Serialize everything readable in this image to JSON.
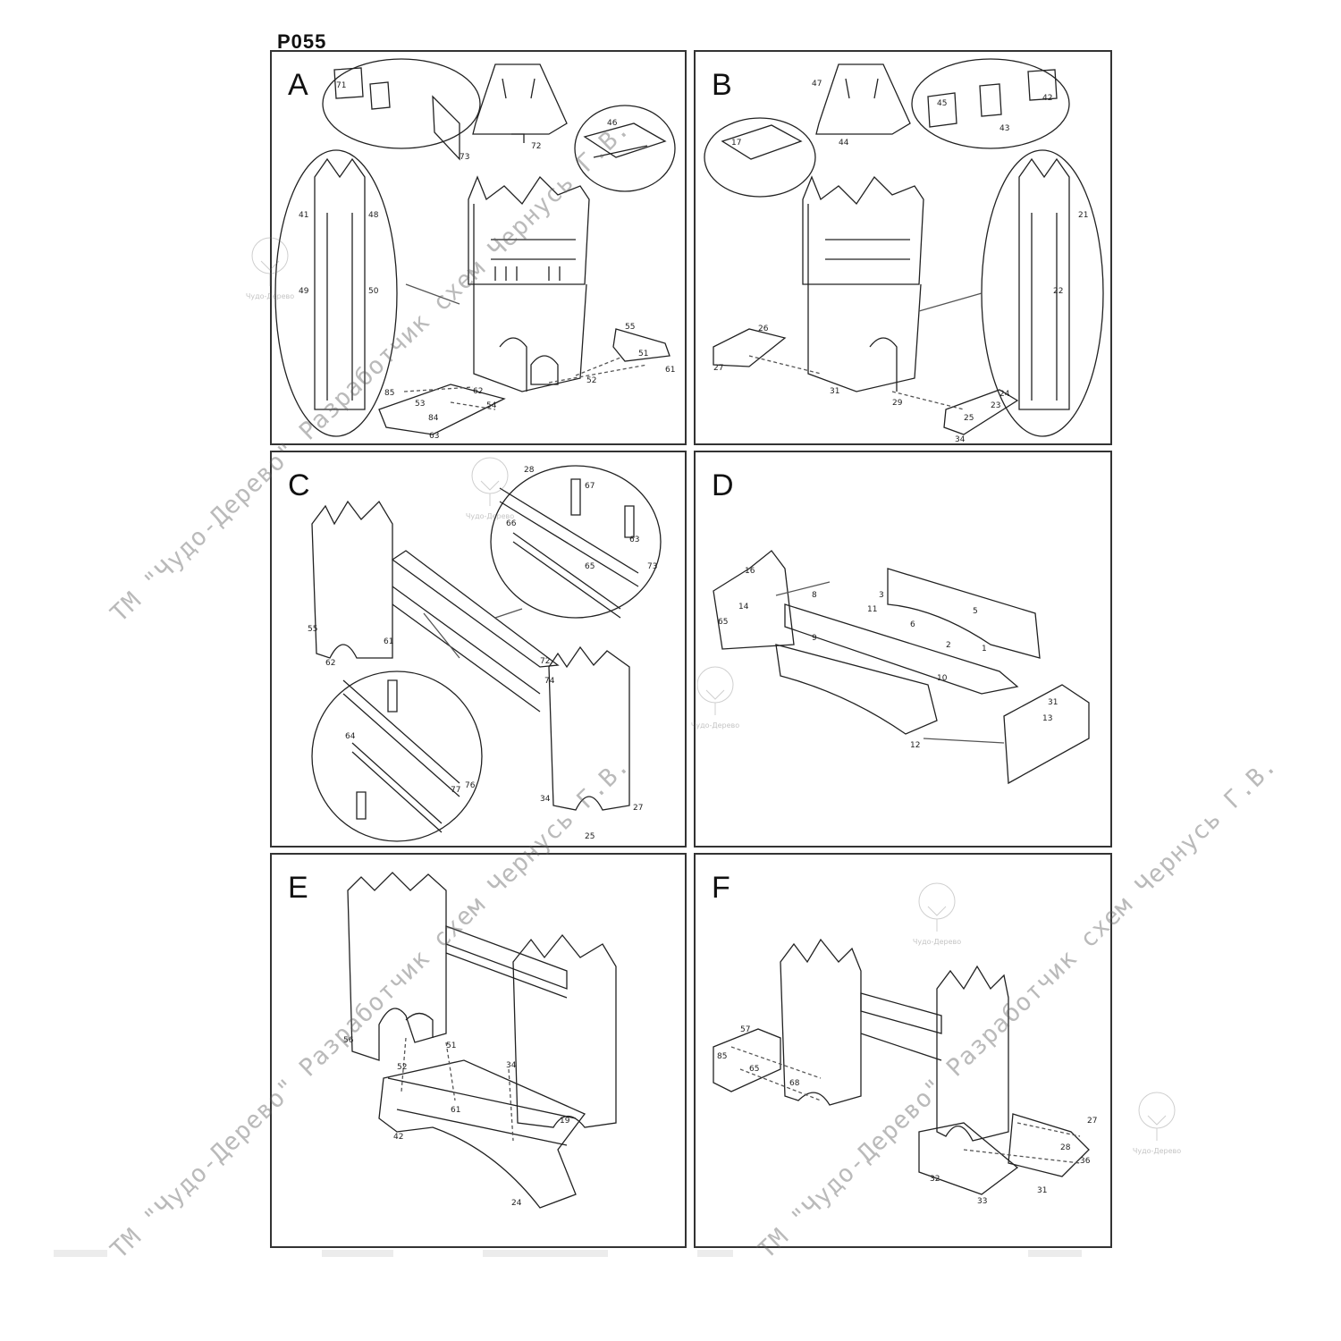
{
  "code": "P055",
  "panels": [
    {
      "label": "A"
    },
    {
      "label": "B"
    },
    {
      "label": "C"
    },
    {
      "label": "D"
    },
    {
      "label": "E"
    },
    {
      "label": "F"
    }
  ],
  "watermark": {
    "line1": "ТМ \"Чудо-Дерево\" Разработчик схем Чернусь Г.В.",
    "line2": "ТМ \"Чудо-Дерево\" Разработчик схем Чернусь Г.В."
  },
  "logo_caption": "Чудо-Дерево",
  "part_numbers": {
    "A": [
      "72",
      "71",
      "46",
      "73",
      "41",
      "48",
      "49",
      "50",
      "55",
      "51",
      "52",
      "61",
      "53",
      "62",
      "54",
      "84",
      "63",
      "85"
    ],
    "B": [
      "47",
      "45",
      "44",
      "43",
      "42",
      "17",
      "26",
      "21",
      "22",
      "27",
      "29",
      "23",
      "24",
      "25",
      "34",
      "31"
    ],
    "C": [
      "28",
      "67",
      "63",
      "65",
      "66",
      "64",
      "77",
      "72",
      "74",
      "73",
      "55",
      "61",
      "62",
      "34",
      "27",
      "25",
      "76"
    ],
    "D": [
      "16",
      "14",
      "65",
      "3",
      "11",
      "12",
      "9",
      "5",
      "6",
      "8",
      "10",
      "2",
      "1",
      "31",
      "13"
    ],
    "E": [
      "56",
      "52",
      "51",
      "61",
      "34",
      "42",
      "24",
      "19"
    ],
    "F": [
      "57",
      "85",
      "65",
      "68",
      "28",
      "27",
      "36",
      "31",
      "33",
      "32"
    ]
  }
}
